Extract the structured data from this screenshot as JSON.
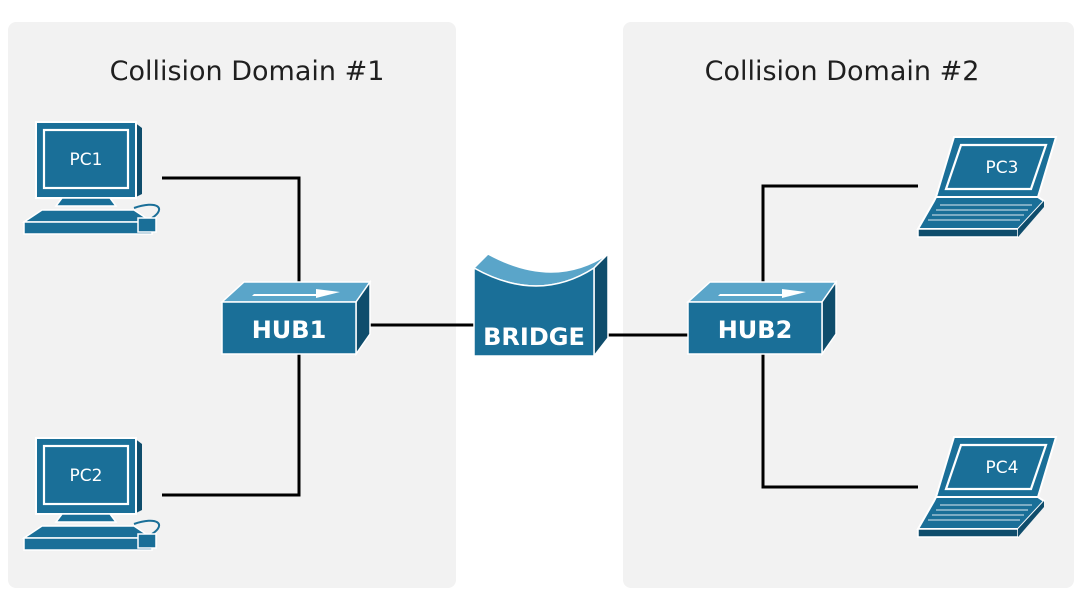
{
  "domains": [
    {
      "title": "Collision Domain #1"
    },
    {
      "title": "Collision Domain #2"
    }
  ],
  "devices": {
    "pc1": "PC1",
    "pc2": "PC2",
    "pc3": "PC3",
    "pc4": "PC4",
    "hub1": "HUB1",
    "hub2": "HUB2",
    "bridge": "BRIDGE"
  },
  "icons": {
    "desktop": "desktop-computer-icon",
    "laptop": "laptop-icon",
    "hub": "hub-icon",
    "bridge": "bridge-icon"
  },
  "colors": {
    "device": "#1a6f98",
    "device_dark": "#0f4d6c",
    "panel": "#f2f2f2",
    "link": "#000000"
  }
}
